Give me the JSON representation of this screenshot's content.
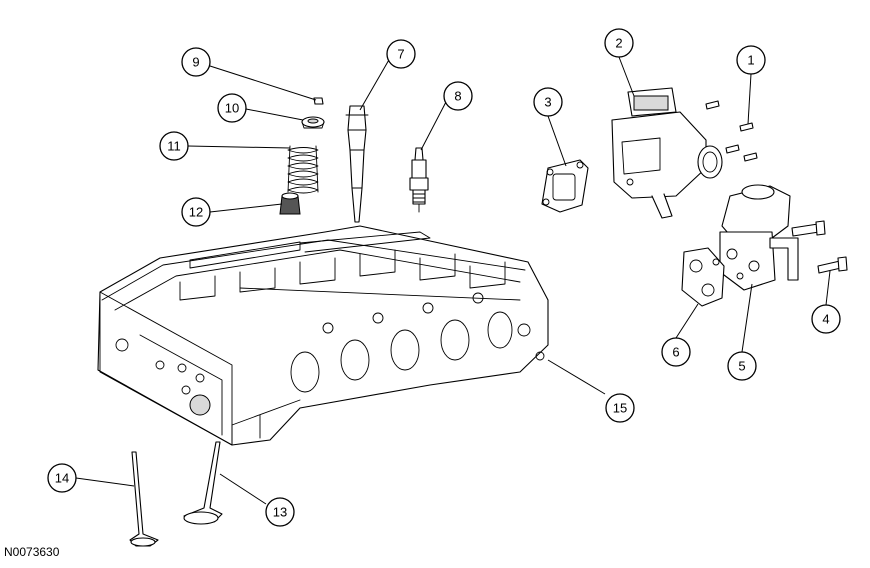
{
  "figure_ref": "N0073630",
  "callouts": [
    "1",
    "2",
    "3",
    "4",
    "5",
    "6",
    "7",
    "8",
    "9",
    "10",
    "11",
    "12",
    "13",
    "14",
    "15"
  ]
}
